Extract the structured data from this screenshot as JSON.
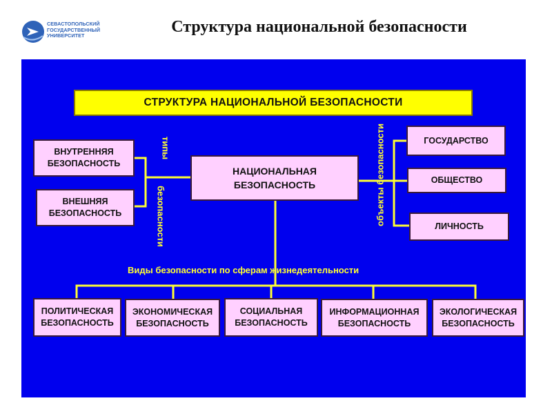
{
  "header": {
    "logo_lines": [
      "СЕВАСТОПОЛЬСКИЙ",
      "ГОСУДАРСТВЕННЫЙ",
      "УНИВЕРСИТЕТ"
    ],
    "slide_title": "Структура национальной безопасности"
  },
  "diagram": {
    "title": "СТРУКТУРА НАЦИОНАЛЬНОЙ БЕЗОПАСНОСТИ",
    "center": "НАЦИОНАЛЬНАЯ БЕЗОПАСНОСТЬ",
    "types_label_top": "типы",
    "types_label_bottom": "безопасности",
    "objects_label": "объекты безопасности",
    "spheres_label": "Виды безопасности по сферам жизнедеятельности",
    "types": [
      "ВНУТРЕННЯЯ БЕЗОПАСНОСТЬ",
      "ВНЕШНЯЯ БЕЗОПАСНОСТЬ"
    ],
    "objects": [
      "ГОСУДАРСТВО",
      "ОБЩЕСТВО",
      "ЛИЧНОСТЬ"
    ],
    "spheres": [
      "ПОЛИТИЧЕСКАЯ БЕЗОПАСНОСТЬ",
      "ЭКОНОМИЧЕСКАЯ БЕЗОПАСНОСТЬ",
      "СОЦИАЛЬНАЯ БЕЗОПАСНОСТЬ",
      "ИНФОРМАЦИОННАЯ БЕЗОПАСНОСТЬ",
      "ЭКОЛОГИЧЕСКАЯ БЕЗОПАСНОСТЬ"
    ]
  },
  "colors": {
    "panel": "#0000ee",
    "title_bar": "#ffff00",
    "box_fill": "#ffd0ff",
    "connector": "#ffff33",
    "logo": "#2f63b8"
  }
}
